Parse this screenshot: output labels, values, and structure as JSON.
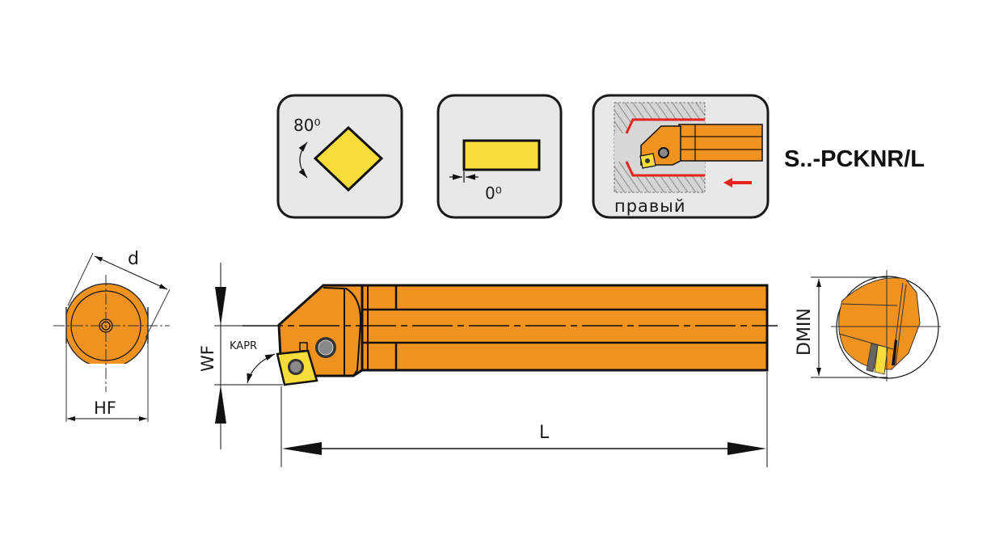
{
  "icons": {
    "insert_angle": "80⁰",
    "clearance_angle": "0⁰",
    "hand": "правый"
  },
  "title": "S..-PCKNR/L",
  "dimensions": {
    "d": "d",
    "hf": "HF",
    "wf": "WF",
    "kapr": "KAPR",
    "l": "L",
    "dmin": "DMIN"
  },
  "colors": {
    "body": "#f0921f",
    "insert": "#f6dd3a",
    "panel": "#e8e8e8",
    "accent": "#e8231f"
  }
}
